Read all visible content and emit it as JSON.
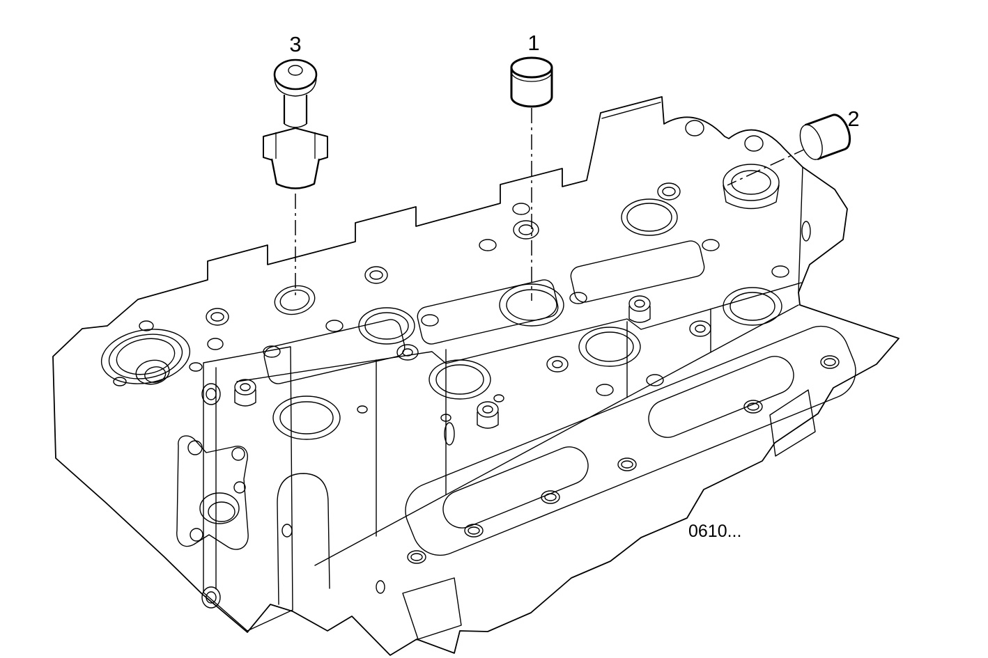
{
  "diagram": {
    "drawing": "engine-cylinder-head-line-art",
    "callouts": [
      {
        "label": "1",
        "part": "cup-plug-top-icon"
      },
      {
        "label": "2",
        "part": "cup-plug-side-icon"
      },
      {
        "label": "3",
        "part": "threaded-vent-fitting-icon"
      }
    ],
    "note": "0610...",
    "colors": {
      "line": "#000000",
      "background": "#ffffff"
    }
  }
}
